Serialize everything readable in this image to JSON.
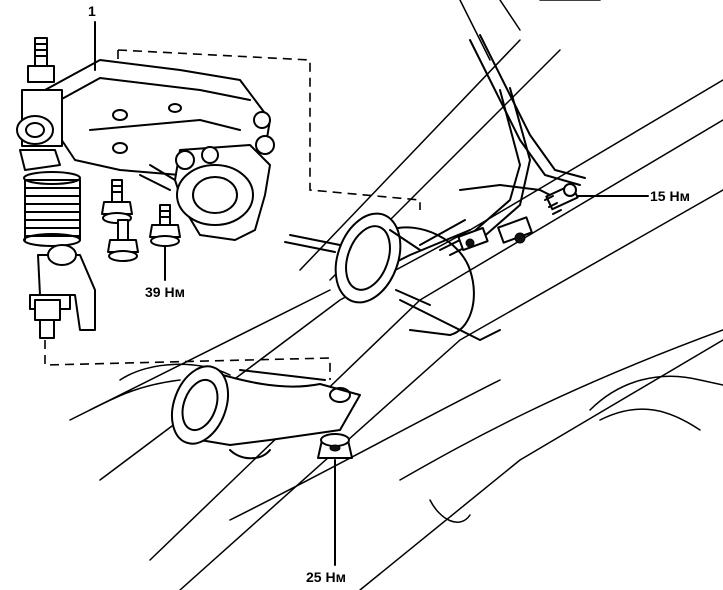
{
  "labels": {
    "part_number": "1",
    "torque_top_right": "15 Нм",
    "torque_bolts": "39 Нм",
    "torque_bottom": "25 Нм"
  }
}
